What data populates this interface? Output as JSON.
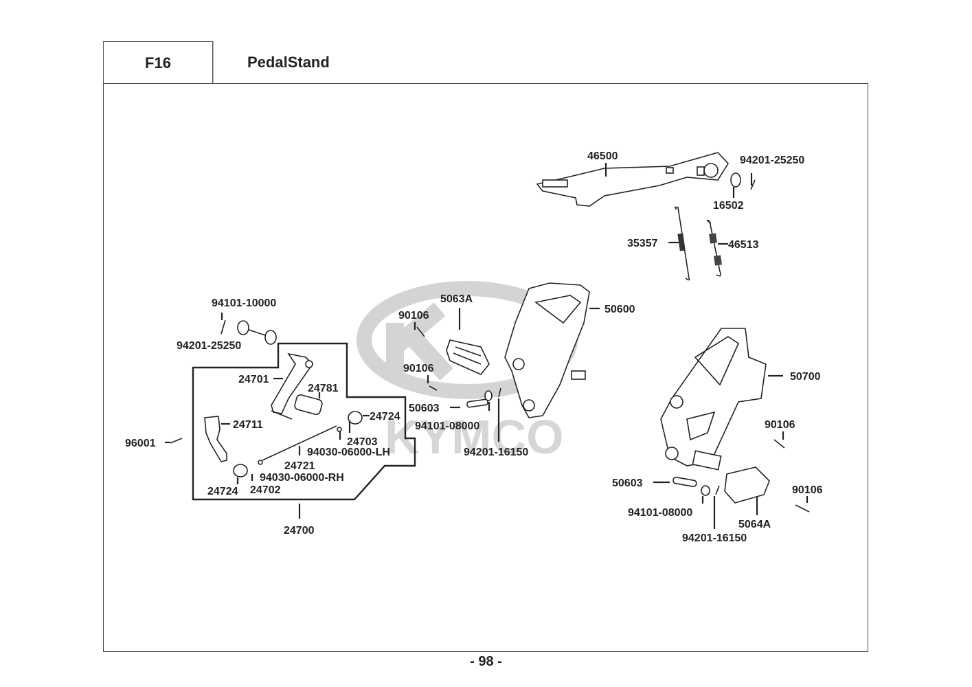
{
  "header": {
    "section_code": "F16",
    "title": "PedalStand"
  },
  "watermark": {
    "brand": "KYMCO"
  },
  "page_number": "- 98 -",
  "labels": {
    "brake_pedal": "46500",
    "brake_pedal_cotter_pin": "94201-25250",
    "brake_pedal_washer": "16502",
    "spring_a": "35357",
    "spring_b": "46513",
    "left_washer_top": "94101-10000",
    "left_cotter_pin_top": "94201-25250",
    "shift_pedal_assy": "24700",
    "shift_pedal": "24701",
    "shift_rubber": "24781",
    "shift_arm": "24711",
    "rod_end_right": "24724",
    "rod_end_joint": "24703",
    "nut_lh": "94030-06000-LH",
    "shift_rod": "24721",
    "nut_rh": "94030-06000-RH",
    "rod_end_left": "24724",
    "rod_joint_left": "24702",
    "bolt_96001": "96001",
    "left_bolt_upper": "90106",
    "left_bolt_lower": "90106",
    "left_footpeg_rubber": "5063A",
    "left_bracket": "50600",
    "left_pin": "50603",
    "left_washer": "94101-08000",
    "left_cotter_pin": "94201-16150",
    "right_bracket": "50700",
    "right_bolt_upper": "90106",
    "right_bolt_lower": "90106",
    "right_pin": "50603",
    "right_washer": "94101-08000",
    "right_cotter_pin": "94201-16150",
    "right_footpeg_rubber": "5064A"
  }
}
